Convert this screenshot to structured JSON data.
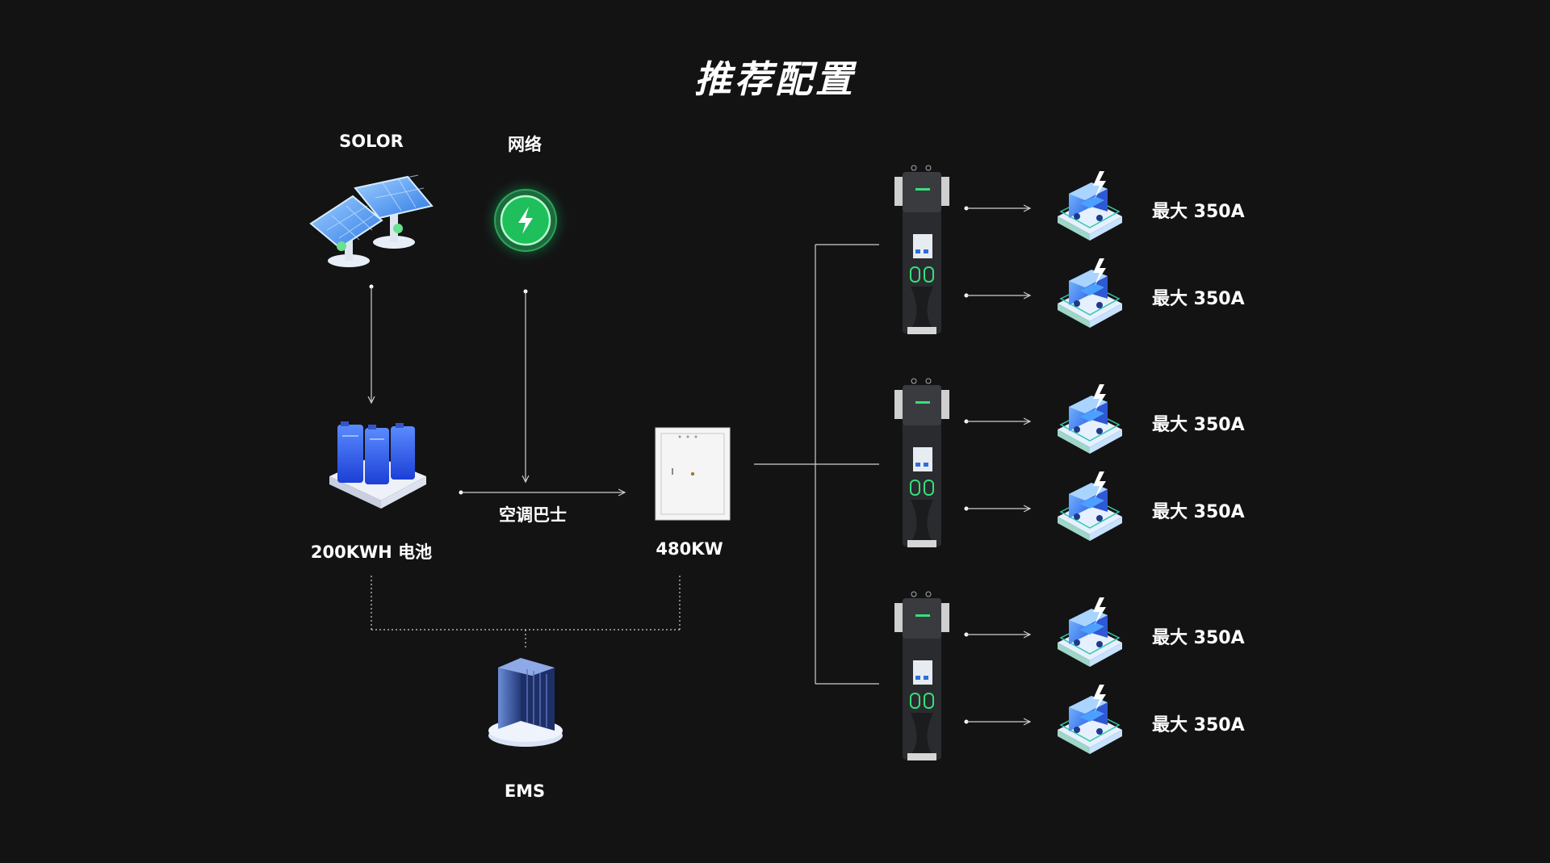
{
  "title": "推荐配置",
  "sources": {
    "solar_label": "SOLOR",
    "grid_label": "网络"
  },
  "battery_label": "200KWH 电池",
  "link_label": "空调巴士",
  "cabinet_label": "480KW",
  "ems_label": "EMS",
  "outputs": [
    {
      "label": "最大 350A"
    },
    {
      "label": "最大 350A"
    },
    {
      "label": "最大 350A"
    },
    {
      "label": "最大 350A"
    },
    {
      "label": "最大 350A"
    },
    {
      "label": "最大 350A"
    }
  ],
  "colors": {
    "background": "#131314",
    "accent_green": "#35e07a",
    "icon_blue": "#3b7cf0",
    "line": "#cfcfcf"
  },
  "icons": [
    "solar-panel-icon",
    "grid-power-icon",
    "battery-icon",
    "cabinet-icon",
    "ems-server-icon",
    "charger-icon",
    "vehicle-icon"
  ]
}
